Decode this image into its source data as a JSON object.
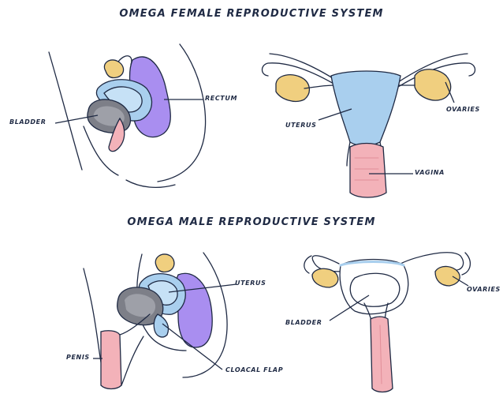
{
  "figure": {
    "female": {
      "title": "OMEGA FEMALE REPRODUCTIVE SYSTEM",
      "labels": {
        "bladder": "BLADDER",
        "rectum": "RECTUM",
        "uterus": "UTERUS",
        "ovaries": "OVARIES",
        "vagina": "VAGINA"
      }
    },
    "male": {
      "title": "OMEGA MALE REPRODUCTIVE SYSTEM",
      "labels": {
        "uterus": "UTERUS",
        "penis": "PENIS",
        "cloacal_flap": "CLOACAL FLAP",
        "ovaries": "OVARIES",
        "bladder": "BLADDER"
      }
    }
  },
  "colors": {
    "ink": "#1f2a44",
    "uterus_blue": "#a9cfee",
    "rectum_purple": "#a98ef0",
    "bladder_gray": "#7d7f88",
    "ovary_yellow": "#f0cf7f",
    "vagina_pink": "#f3b2b9"
  }
}
